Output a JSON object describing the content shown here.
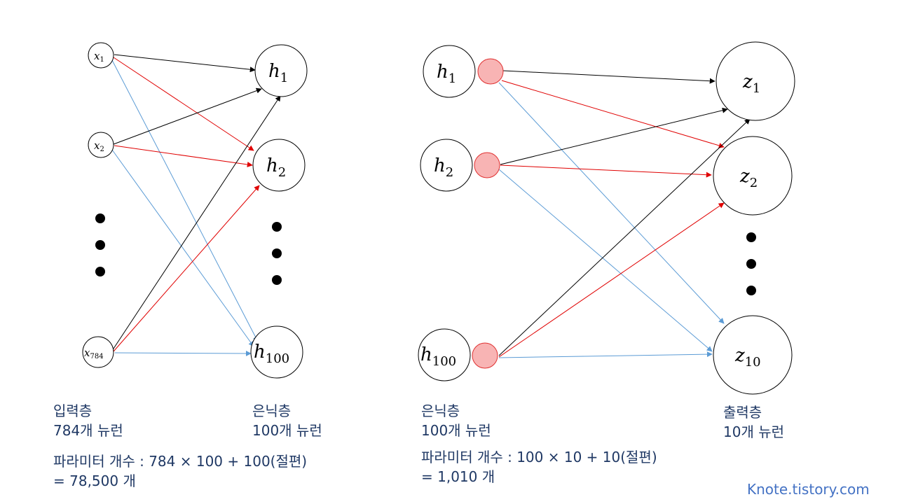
{
  "left_network": {
    "inputs": [
      {
        "var": "x",
        "sub": "1"
      },
      {
        "var": "x",
        "sub": "2"
      },
      {
        "var": "x",
        "sub": "784"
      }
    ],
    "hidden": [
      {
        "var": "h",
        "sub": "1"
      },
      {
        "var": "h",
        "sub": "2"
      },
      {
        "var": "h",
        "sub": "100"
      }
    ],
    "input_caption": {
      "line1": "입력층",
      "line2": "784개 뉴런"
    },
    "hidden_caption": {
      "line1": "은닉층",
      "line2": "100개 뉴런"
    },
    "params": {
      "line1": "파라미터 개수 : 784 × 100 + 100(절편)",
      "line2": "= 78,500 개"
    }
  },
  "right_network": {
    "hidden": [
      {
        "var": "h",
        "sub": "1"
      },
      {
        "var": "h",
        "sub": "2"
      },
      {
        "var": "h",
        "sub": "100"
      }
    ],
    "outputs": [
      {
        "var": "z",
        "sub": "1"
      },
      {
        "var": "z",
        "sub": "2"
      },
      {
        "var": "z",
        "sub": "10"
      }
    ],
    "hidden_caption": {
      "line1": "은닉층",
      "line2": "100개 뉴런"
    },
    "output_caption": {
      "line1": "출력층",
      "line2": "10개 뉴런"
    },
    "params": {
      "line1": "파라미터 개수 : 100 × 10 + 10(절편)",
      "line2": "= 1,010 개"
    }
  },
  "colors": {
    "black_edge": "#000000",
    "red_edge": "#e00000",
    "blue_edge": "#5b9bd5",
    "bias_fill": "#f8b4b4",
    "bias_stroke": "#e03030",
    "caption_text": "#1f3864",
    "credit_text": "#4472c4"
  },
  "credit": "Knote.tistory.com"
}
